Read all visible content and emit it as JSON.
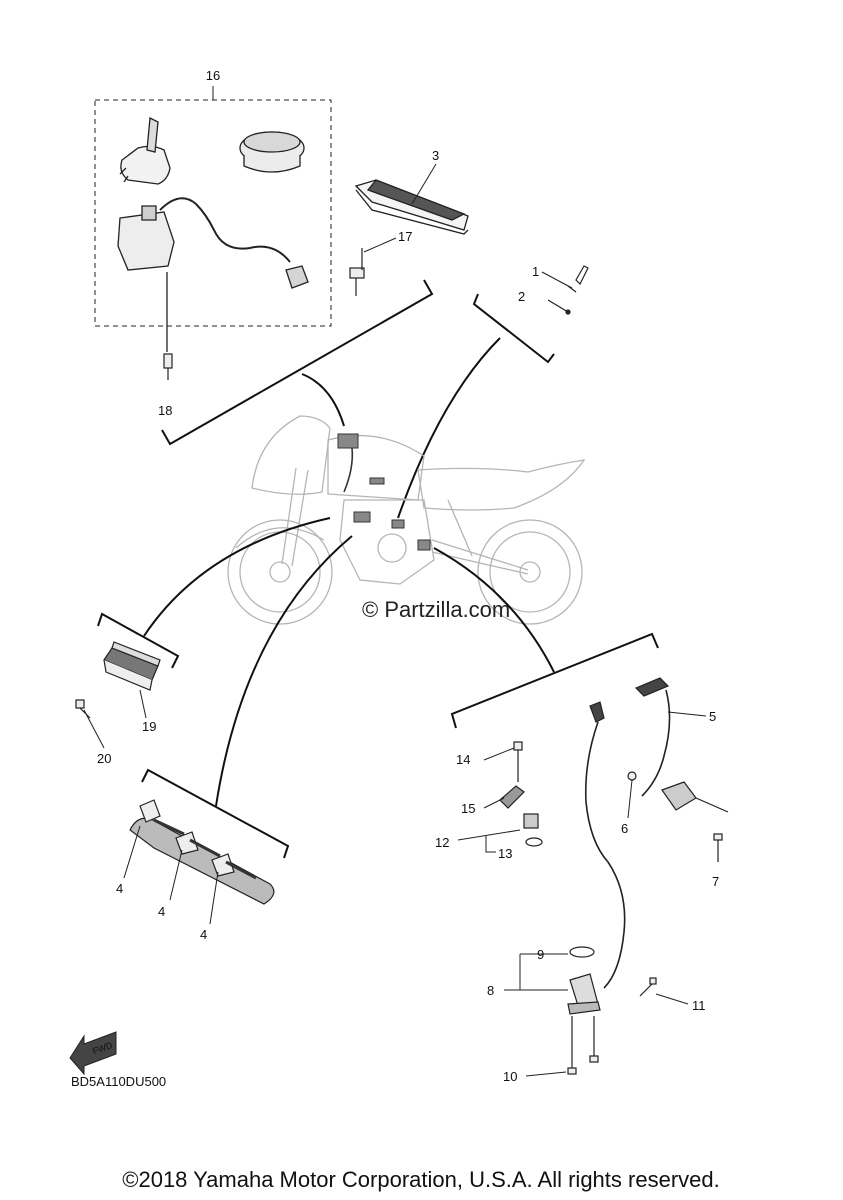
{
  "callouts": {
    "c1": "1",
    "c2": "2",
    "c3": "3",
    "c4a": "4",
    "c4b": "4",
    "c4c": "4",
    "c5": "5",
    "c6": "6",
    "c7": "7",
    "c8": "8",
    "c9": "9",
    "c10": "10",
    "c11": "11",
    "c12": "12",
    "c13": "13",
    "c14": "14",
    "c15": "15",
    "c16": "16",
    "c17": "17",
    "c18": "18",
    "c19": "19",
    "c20": "20"
  },
  "fwd_label": "FWD",
  "diagram_code": "BD5A110DU500",
  "watermark": "© Partzilla.com",
  "footer": "©2018 Yamaha Motor Corporation, U.S.A. All rights reserved."
}
